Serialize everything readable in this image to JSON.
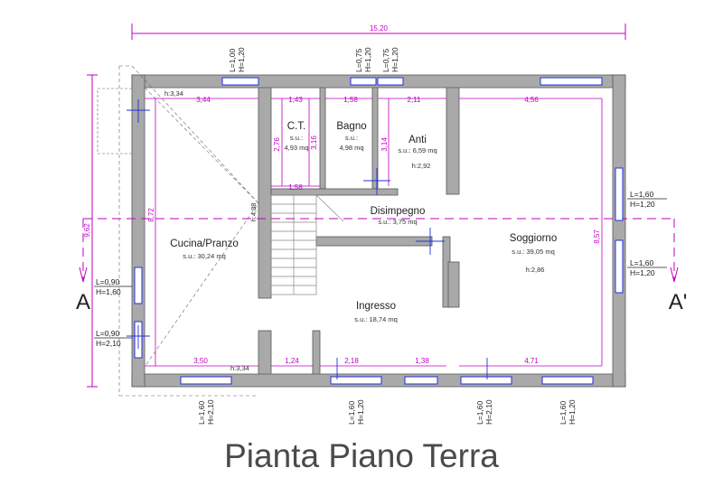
{
  "title": "Pianta Piano Terra",
  "overall": {
    "width": "15,20",
    "height": "9,62",
    "height_inner": "8,72",
    "height_right": "8,57"
  },
  "rooms": {
    "ct": {
      "name": "C.T.",
      "su_label": "s.u.:",
      "area": "4,93 mq"
    },
    "bagno": {
      "name": "Bagno",
      "su_label": "s.u.:",
      "area": "4,98 mq"
    },
    "anti": {
      "name": "Anti",
      "su_label": "s.u.: 6,59 mq",
      "h": "h:2,92"
    },
    "disimpegno": {
      "name": "Disimpegno",
      "su_label": "s.u.: 3,75 mq"
    },
    "cucina": {
      "name": "Cucina/Pranzo",
      "su_label": "s.u.: 30,24 mq"
    },
    "soggiorno": {
      "name": "Soggiorno",
      "su_label": "s.u.: 39,05 mq",
      "h": "h:2,86"
    },
    "ingresso": {
      "name": "Ingresso",
      "su_label": "s.u.: 18,74 mq"
    }
  },
  "inner_dims": {
    "top_cucina": "3,44",
    "top_ct": "1,43",
    "top_bagno": "1,58",
    "top_anti": "2,11",
    "top_sogg": "4,56",
    "ct_bottom": "1,58",
    "ct_h1": "2,76",
    "ct_h2": "3,16",
    "anti_h": "3,14",
    "bot_cucina": "3,50",
    "bot_1": "1,24",
    "bot_2": "2,18",
    "bot_3": "1,38",
    "bot_4": "4,71",
    "h_cucina_top": "h:3,34",
    "h_cucina_bot": "h:3,34",
    "h_stair": "h:4,88"
  },
  "windows": {
    "top1": {
      "l": "L=1,00",
      "h": "H=1,20"
    },
    "top2": {
      "l": "L=0,75",
      "h": "H=1,20"
    },
    "top3": {
      "l": "L=0,75",
      "h": "H=1,20"
    },
    "right1": {
      "l": "L=1,60",
      "h": "H=1,20"
    },
    "right2": {
      "l": "L=1,60",
      "h": "H=1,20"
    },
    "left1": {
      "l": "L=0,90",
      "h": "H=1,60"
    },
    "left2": {
      "l": "L=0,90",
      "h": "H=2,10"
    },
    "bot1": {
      "l": "L=1,60",
      "h": "H=2,10"
    },
    "bot2": {
      "l": "L=1,60",
      "h": "H=1,20"
    },
    "bot3": {
      "l": "L=1,60",
      "h": "H=2,10"
    },
    "bot4": {
      "l": "L=1,60",
      "h": "H=1,20"
    }
  },
  "section": {
    "left": "A",
    "right": "A'"
  },
  "colors": {
    "wall": "#a9a9a9",
    "wall_stroke": "#555555",
    "dimension": "#c000c0",
    "window": "#2030e0"
  }
}
